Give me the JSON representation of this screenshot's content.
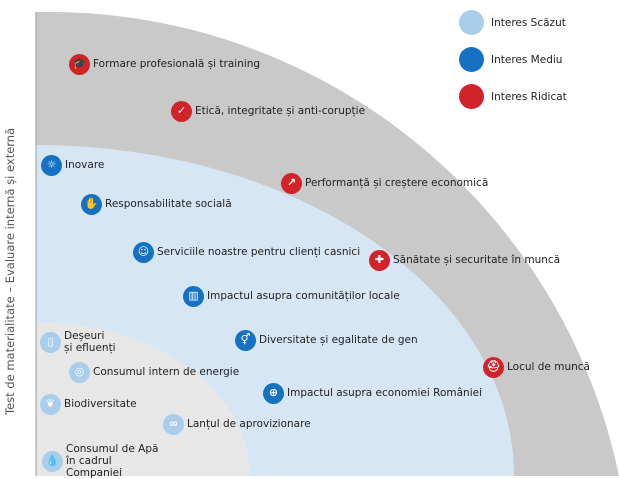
{
  "axis": {
    "y_label": "Test de materialitate – Evaluare internă și externă"
  },
  "legend": [
    {
      "label": "Interes Scăzut",
      "color": "#a9cdea"
    },
    {
      "label": "Interes Mediu",
      "color": "#1571c2"
    },
    {
      "label": "Interes Ridicat",
      "color": "#d2232a"
    }
  ],
  "zones": {
    "high_color": "#c9c9c9",
    "mid_color": "#d7e6f4",
    "low_color": "#e7e7e7"
  },
  "topics": [
    {
      "id": "formare",
      "label": "Formare profesională și training",
      "level": "high",
      "icon": "graduation-cap-icon"
    },
    {
      "id": "etica",
      "label": "Etică, integritate și anti-corupție",
      "level": "high",
      "icon": "checkmark-icon"
    },
    {
      "id": "performanta",
      "label": "Performanță și creștere economică",
      "level": "high",
      "icon": "growth-chart-icon"
    },
    {
      "id": "sanatate",
      "label": "Sănătate și securitate în muncă",
      "level": "high",
      "icon": "health-icon"
    },
    {
      "id": "locul",
      "label": "Locul de muncă",
      "level": "high",
      "icon": "hard-hat-icon"
    },
    {
      "id": "inovare",
      "label": "Inovare",
      "level": "mid",
      "icon": "lightbulb-icon"
    },
    {
      "id": "responsabil",
      "label": "Responsabilitate socială",
      "level": "mid",
      "icon": "handshake-icon"
    },
    {
      "id": "servicii",
      "label": "Serviciile noastre pentru clienți casnici",
      "level": "mid",
      "icon": "people-icon"
    },
    {
      "id": "impact_comun",
      "label": "Impactul asupra comunităților locale",
      "level": "mid",
      "icon": "building-icon"
    },
    {
      "id": "diversitate",
      "label": "Diversitate și egalitate de gen",
      "level": "mid",
      "icon": "gender-icon"
    },
    {
      "id": "impact_econ",
      "label": "Impactul asupra economiei României",
      "level": "mid",
      "icon": "globe-icon"
    },
    {
      "id": "deseuri",
      "label": "Deșeuri și efluenți",
      "level": "low",
      "icon": "bin-icon"
    },
    {
      "id": "consum_energie",
      "label": "Consumul intern de energie",
      "level": "low",
      "icon": "bulb-icon"
    },
    {
      "id": "biodiversitate",
      "label": "Biodiversitate",
      "level": "low",
      "icon": "leaf-icon"
    },
    {
      "id": "lant",
      "label": "Lanțul de aprovizionare",
      "level": "low",
      "icon": "link-icon"
    },
    {
      "id": "apa",
      "label": "Consumul de Apă în cadrul Companiei",
      "level": "low",
      "icon": "water-drop-icon"
    }
  ]
}
